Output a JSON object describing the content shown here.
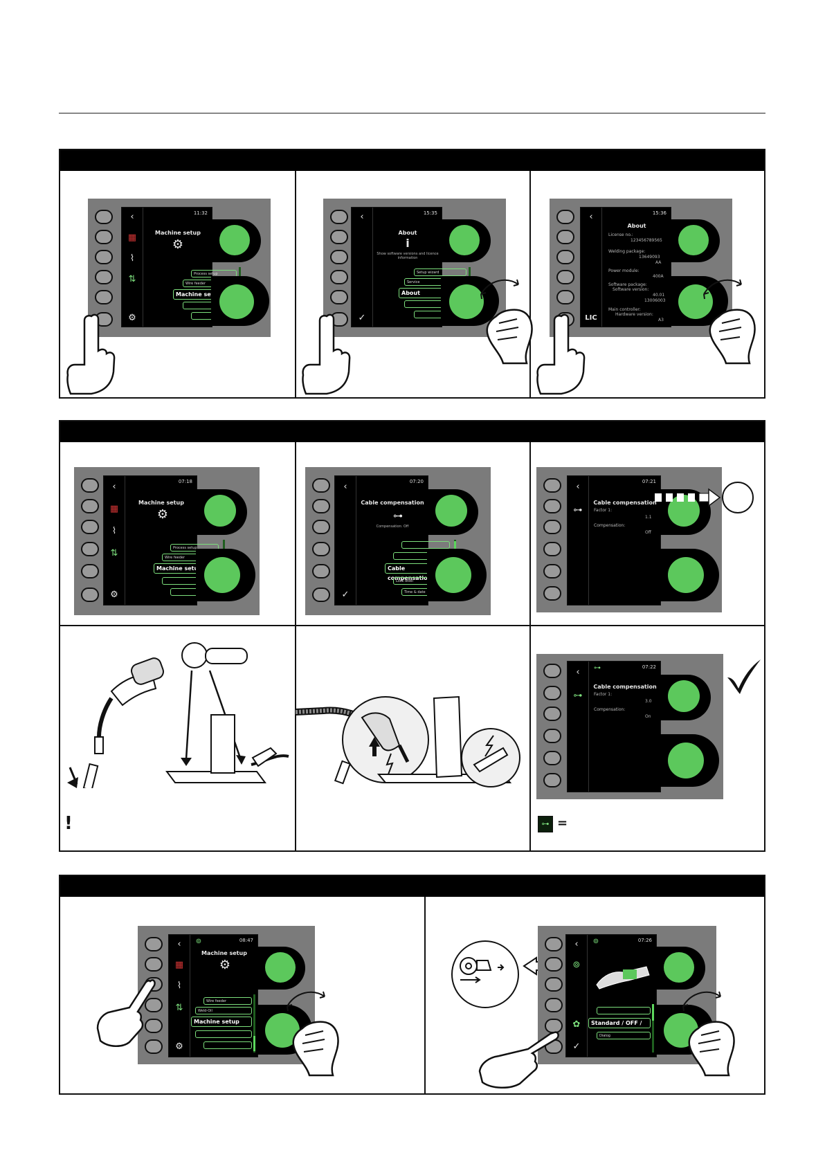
{
  "screens": {
    "machine_setup": {
      "title": "Machine setup",
      "menu": [
        "Process setup",
        "Wire feeder",
        "Machine setup"
      ]
    },
    "about_menu": {
      "time": "15:35",
      "title": "About",
      "sub": "Show software versions and licence information",
      "menu": [
        "Setup wizard",
        "Service",
        "About"
      ]
    },
    "about_detail": {
      "time": "15:36",
      "title": "About",
      "rows": [
        "License no.:",
        "123456789565",
        "Welding package:",
        "13649093",
        "AA",
        "Power module:",
        "400A",
        "Software package:",
        "Software version:",
        "40.01",
        "13006003",
        "Main controller:",
        "Hardware version:",
        "A3"
      ],
      "icon": "LIC"
    },
    "ms_b": {
      "time": "07:18",
      "title": "Machine setup",
      "menu": [
        "Process setup",
        "Wire feeder",
        "Machine setup"
      ]
    },
    "cable_menu": {
      "time": "07:20",
      "title": "Cable compensation",
      "sub": "Compensation: Off",
      "menu": [
        "Cable compensation",
        "Lock level",
        "Time & date"
      ]
    },
    "cable_detail": {
      "time": "07:21",
      "title": "Cable compensation",
      "rows": [
        "Factor 1:",
        "1.1",
        "Compensation:",
        "Off"
      ]
    },
    "cable_done": {
      "time": "07:22",
      "title": "Cable compensation",
      "rows": [
        "Factor 1:",
        "3.0",
        "Compensation:",
        "On"
      ]
    },
    "ms_c": {
      "time": "08:47",
      "title": "Machine setup",
      "menu": [
        "Wire feeder",
        "Weld-Oil",
        "Machine setup"
      ]
    },
    "torch": {
      "time": "07:26",
      "menu": [
        "Standard / OFF /",
        "Dialog"
      ]
    },
    "time_a": "11:32"
  },
  "symbols": {
    "equals": "=",
    "exclamation": "!",
    "checkmark": "✓"
  },
  "colors": {
    "screen_green": "#5cc85c",
    "panel_gray": "#7b7b7b"
  }
}
